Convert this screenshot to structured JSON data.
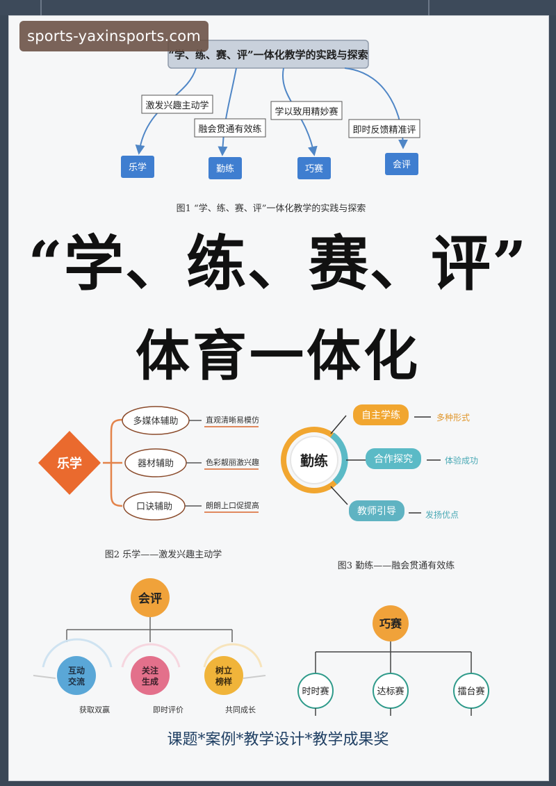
{
  "watermark": "sports-yaxinsports.com",
  "fig1": {
    "root": "“学、练、赛、评”一体化教学的实践与探索",
    "branches": [
      {
        "label": "激发兴趣主动学",
        "target": "乐学"
      },
      {
        "label": "融会贯通有效练",
        "target": "勤练"
      },
      {
        "label": "学以致用精妙赛",
        "target": "巧赛"
      },
      {
        "label": "即时反馈精准评",
        "target": "会评"
      }
    ],
    "caption": "图1 “学、练、赛、评”一体化教学的实践与探索"
  },
  "title": {
    "line1": "“学、练、赛、评”",
    "line2": "体育一体化"
  },
  "fig2": {
    "center": "乐学",
    "items": [
      {
        "label": "多媒体辅助",
        "note": "直观清晰易模仿"
      },
      {
        "label": "器材辅助",
        "note": "色彩靓丽激兴趣"
      },
      {
        "label": "口诀辅助",
        "note": "朗朗上口促提高"
      }
    ],
    "caption": "图2 乐学——激发兴趣主动学",
    "colors": {
      "diamond": "#ea6a2e",
      "bracket": "#e3834a",
      "underline": "#d9652a"
    }
  },
  "fig3": {
    "center": "勤练",
    "items": [
      {
        "label": "自主学练",
        "note": "多种形式",
        "color": "#f1a630"
      },
      {
        "label": "合作探究",
        "note": "体验成功",
        "color": "#5bbac6"
      },
      {
        "label": "教师引导",
        "note": "发扬优点",
        "color": "#5fb3c2"
      }
    ],
    "caption": "图3 勤练——融会贯通有效练"
  },
  "fig4": {
    "root": "会评",
    "items": [
      {
        "label": "互动交流",
        "note": "获取双赢",
        "color": "#5aa7d7"
      },
      {
        "label": "关注生成",
        "note": "即时评价",
        "color": "#e3708b"
      },
      {
        "label": "树立榜样",
        "note": "共同成长",
        "color": "#f0b43a"
      }
    ]
  },
  "fig5": {
    "root": "巧赛",
    "items": [
      "时时赛",
      "达标赛",
      "擂台赛"
    ]
  },
  "footer": "课题*案例*教学设计*教学成果奖"
}
